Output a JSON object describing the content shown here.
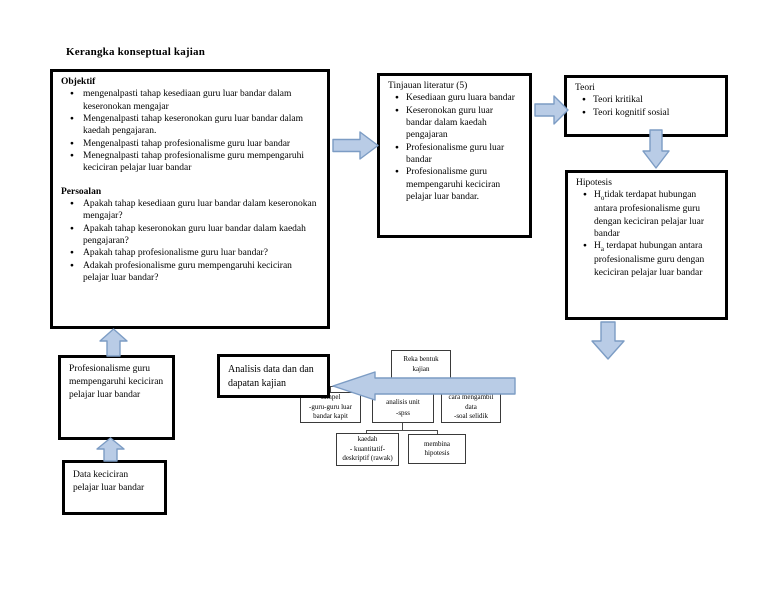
{
  "title": "Kerangka konseptual kajian",
  "objektif": {
    "heading": "Objektif",
    "bullets": [
      "mengenalpasti tahap kesediaan guru luar bandar dalam keseronokan mengajar",
      "Mengenalpasti tahap keseronokan guru luar bandar dalam kaedah pengajaran.",
      "Mengenalpasti tahap profesionalisme guru luar bandar",
      "Menegnalpasti tahap profesionalisme guru mempengaruhi keciciran pelajar luar bandar"
    ],
    "heading2": "Persoalan",
    "bullets2": [
      "Apakah tahap kesediaan guru luar bandar dalam keseronokan mengajar?",
      "Apakah tahap keseronokan guru luar bandar dalam kaedah pengajaran?",
      "Apakah tahap profesionalisme guru luar bandar?",
      "Adakah profesionalisme guru mempengaruhi keciciran pelajar luar bandar?"
    ]
  },
  "tinjauan": {
    "heading": "Tinjauan literatur (5)",
    "bullets": [
      "Kesediaan guru luara bandar",
      "Keseronokan guru luar bandar dalam kaedah pengajaran",
      "Profesionalisme guru luar bandar",
      "Profesionalisme guru mempengaruhi keciciran pelajar luar bandar."
    ]
  },
  "teori": {
    "heading": "Teori",
    "bullets": [
      "Teori kritikal",
      "Teori kognitif sosial"
    ]
  },
  "hipotesis": {
    "heading": "Hipotesis",
    "h0_label": "H",
    "h0_sub": "o",
    "h0_text": "tidak terdapat hubungan antara profesionalisme guru dengan keciciran pelajar luar bandar",
    "ha_label": "H",
    "ha_sub": "a",
    "ha_text": " terdapat hubungan antara profesionalisme guru dengan keciciran pelajar luar bandar"
  },
  "profesionalisme": {
    "text": "Profesionalisme guru mempengaruhi keciciran pelajar luar bandar"
  },
  "data_keciciran": {
    "text": "Data keciciran pelajar luar bandar"
  },
  "analisis": {
    "text": "Analisis data dan dan dapatan kajian"
  },
  "reka_bentuk": {
    "lines": [
      "Reka bentuk",
      "kajian"
    ]
  },
  "sampel": {
    "lines": [
      "sampel",
      "-guru-guru luar",
      "bandar kapit"
    ]
  },
  "analisis_unit": {
    "lines": [
      "analisis unit",
      "-spss"
    ]
  },
  "cara_mengambil": {
    "lines": [
      "cara mengambil data",
      "-soal selidik"
    ]
  },
  "kaedah": {
    "lines": [
      "kaedah",
      "- kuantitatif-",
      "deskriptif (rawak)"
    ]
  },
  "membina": {
    "lines": [
      "membina",
      "hipotesis"
    ]
  },
  "colors": {
    "arrow_fill": "#b9cce6",
    "arrow_stroke": "#7c9cc4",
    "border": "#000000"
  }
}
